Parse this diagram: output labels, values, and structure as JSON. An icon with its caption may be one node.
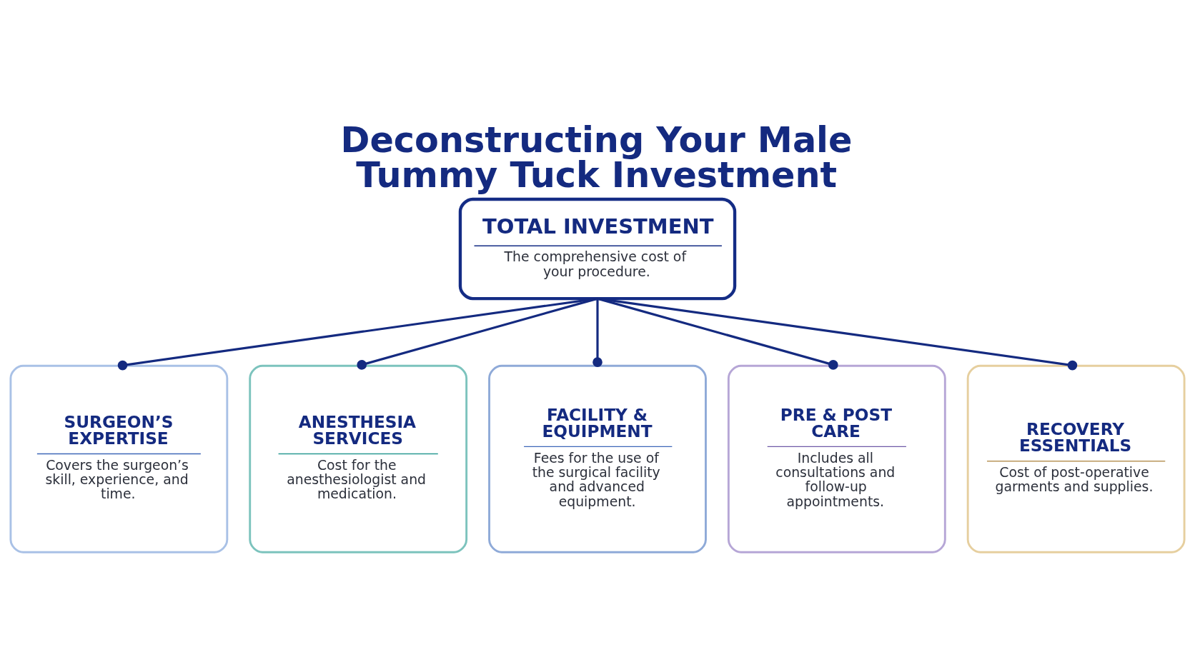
{
  "diagram": {
    "title": "Deconstructing Your Male Tummy Tuck Investment",
    "nodes": [
      {
        "text": [
          "TOTAL INVESTMENT",
          "The comprehensive cost of your procedure."
        ]
      },
      {
        "text": [
          "SURGEON’S EXPERTISE",
          "Covers the surgeon’s skill, experience, and time."
        ]
      },
      {
        "text": [
          "ANESTHESIA SERVICES",
          "Cost for the anesthesiologist and medication."
        ]
      },
      {
        "text": [
          "FACILITY & EQUIPMENT",
          "Fees for the use of the surgical facility and advanced equipment."
        ]
      },
      {
        "text": [
          "PRE & POST CARE",
          "Includes all consultations and follow-up appointments."
        ]
      },
      {
        "text": [
          "RECOVERY ESSENTIALS",
          "Cost of post-operative garments and supplies."
        ]
      }
    ],
    "edges": [
      {
        "from": 0,
        "to": 1,
        "arrow": "other"
      },
      {
        "from": 0,
        "to": 2,
        "arrow": "other"
      },
      {
        "from": 0,
        "to": 3,
        "arrow": "other"
      },
      {
        "from": 0,
        "to": 4,
        "arrow": "other"
      },
      {
        "from": 0,
        "to": 5,
        "arrow": "other"
      }
    ]
  }
}
